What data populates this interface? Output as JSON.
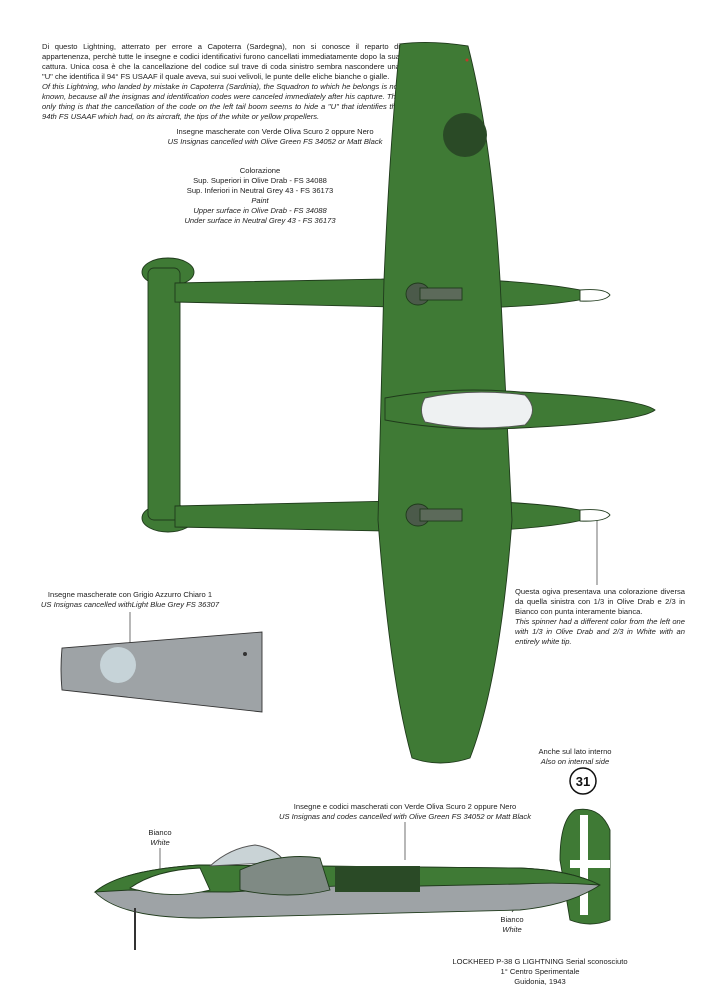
{
  "intro": {
    "it": "Di questo Lightning, atterrato per errore a Capoterra (Sardegna), non si conosce il reparto di appartenenza, perchè tutte le insegne e codici identificativi furono cancellati immediatamente dopo la sua cattura. Unica cosa è che la cancellazione del codice sul trave di coda sinistro sembra nascondere una \"U\" che identifica il 94° FS USAAF il quale aveva, sui suoi velivoli, le punte delle eliche bianche o gialle.",
    "en": "Of this Lightning, who landed by mistake in Capoterra (Sardinia), the Squadron to which he belongs is not known, because all the insignas and identification codes were canceled immediately after his capture. The only thing is that the cancellation of the code on the left tail boom seems to hide a \"U\" that identifies the 94th FS USAAF which had, on its aircraft, the tips of the white or yellow propellers."
  },
  "insignia_top": {
    "it": "Insegne mascherate con Verde Oliva Scuro 2 oppure Nero",
    "en": "US Insignas cancelled with Olive Green FS 34052 or Matt Black"
  },
  "colors": {
    "it_title": "Colorazione",
    "it_upper": "Sup. Superiori in Olive Drab - FS 34088",
    "it_lower": "Sup. Inferiori in Neutral Grey 43 - FS 36173",
    "en_title": "Paint",
    "en_upper": "Upper surface in Olive Drab - FS 34088",
    "en_lower": "Under surface in Neutral Grey 43 - FS 36173"
  },
  "spinner": {
    "it": "Questa ogiva presentava una colorazione diversa da quella sinistra con 1/3 in Olive Drab e 2/3 in Bianco con punta interamente bianca.",
    "en": "This spinner had a different color from the left one with 1/3 in Olive Drab and 2/3 in White with an entirely white tip."
  },
  "insignia_left": {
    "it": "Insegne mascherate con Grigio Azzurro Chiaro 1",
    "en": "US Insignas cancelled withLight Blue Grey FS 36307"
  },
  "internal": {
    "it": "Anche sul lato interno",
    "en": "Also on internal side",
    "number": "31"
  },
  "insignia_side": {
    "it": "Insegne e codici mascherati con Verde Oliva Scuro 2 oppure Nero",
    "en": "US Insignas and codes cancelled with Olive Green FS 34052 or Matt Black"
  },
  "bianco_left": {
    "it": "Bianco",
    "en": "White"
  },
  "bianco_right": {
    "it": "Bianco",
    "en": "White"
  },
  "caption": {
    "line1": "LOCKHEED P-38 G LIGHTNING Serial sconosciuto",
    "line2": "1° Centro Sperimentale",
    "line3": "Guidonia, 1943"
  },
  "palette": {
    "olive": "#3f7a35",
    "olive_dark": "#2f5e28",
    "grey": "#9ea3a6",
    "insignia_dark": "#2a4a26",
    "insignia_light": "#c6d3d8"
  }
}
